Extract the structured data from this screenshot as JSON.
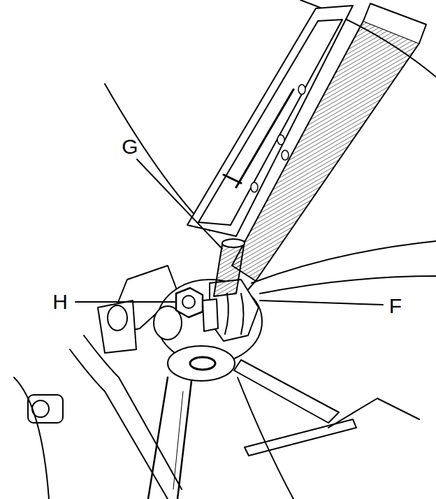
{
  "diagram": {
    "labels": [
      "G",
      "H",
      "F"
    ]
  }
}
